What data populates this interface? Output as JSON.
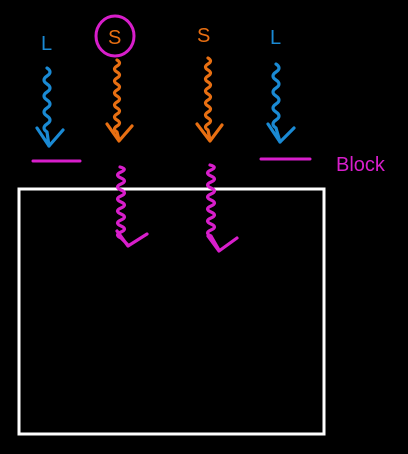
{
  "labels": {
    "ray1": "L",
    "ray2": "S",
    "ray3": "S",
    "ray4": "L",
    "block": "Block"
  },
  "colors": {
    "background": "#000000",
    "long_wave": "#1a8ad4",
    "short_wave": "#e86f12",
    "transmitted": "#d81ecb",
    "block": "#d81ecb",
    "box_outline": "#ffffff"
  }
}
